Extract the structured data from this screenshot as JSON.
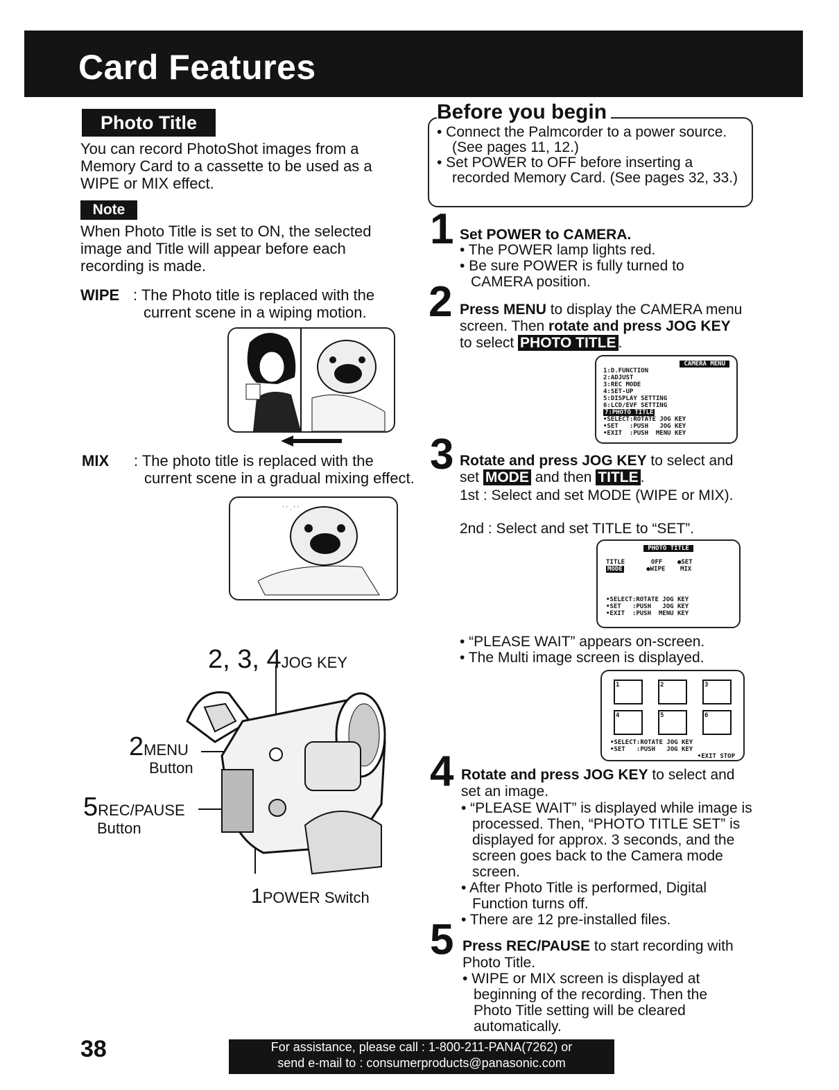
{
  "header": {
    "title": "Card Features"
  },
  "left": {
    "section_label": "Photo Title",
    "intro": "You can record PhotoShot images from a Memory Card to a cassette to be used as a WIPE or MIX effect.",
    "note_label": "Note",
    "note_text": "When Photo Title is set to ON, the selected image and Title will appear before each recording is made.",
    "wipe_term": "WIPE",
    "wipe_text": ": The Photo title is replaced with the current scene in a wiping motion.",
    "mix_term": "MIX",
    "mix_text": ": The photo title is replaced with the current scene in a gradual mixing effect.",
    "camera_callouts": {
      "jog_nums": "2, 3, 4",
      "jog_label": "JOG KEY",
      "menu_num": "2",
      "menu_label": "MENU",
      "menu_sub": "Button",
      "rec_num": "5",
      "rec_label": "REC/PAUSE",
      "rec_sub": "Button",
      "power_num": "1",
      "power_label": "POWER Switch"
    }
  },
  "before": {
    "title": "Before you begin",
    "items": [
      "• Connect the Palmcorder to a power source. (See pages 11, 12.)",
      "• Set POWER to OFF before inserting a recorded Memory Card. (See pages 32, 33.)"
    ]
  },
  "steps": {
    "s1": {
      "num": "1",
      "head": "Set POWER to CAMERA.",
      "bullets": [
        "• The POWER lamp lights red.",
        "• Be sure POWER is fully turned to CAMERA position."
      ]
    },
    "s2": {
      "num": "2",
      "bold1": "Press MENU",
      "text1": " to display the CAMERA menu screen. Then ",
      "bold2": "rotate and press JOG KEY",
      "text2": " to select ",
      "tag": "PHOTO TITLE",
      "end": "."
    },
    "s3": {
      "num": "3",
      "bold1": "Rotate and press JOG KEY",
      "text1": " to select and set ",
      "tag1": "MODE",
      "text2": " and then ",
      "tag2": "TITLE",
      "end": ".",
      "sub1": "1st : Select and set MODE (WIPE or MIX).",
      "sub2": "2nd : Select and set TITLE to “SET”.",
      "bullets": [
        "• “PLEASE WAIT” appears on-screen.",
        "• The Multi image screen is displayed."
      ]
    },
    "s4": {
      "num": "4",
      "bold1": "Rotate and press JOG KEY",
      "text1": " to select and set an image.",
      "bullets": [
        "• “PLEASE WAIT” is displayed while image is processed. Then, “PHOTO TITLE SET” is displayed for approx. 3 seconds, and the screen goes back to the Camera mode screen.",
        "• After Photo Title is performed, Digital Function turns off.",
        "• There are 12 pre-installed files."
      ]
    },
    "s5": {
      "num": "5",
      "bold1": "Press REC/PAUSE",
      "text1": " to start recording with Photo Title.",
      "bullets": [
        "• WIPE or MIX screen is displayed at beginning of the recording. Then the Photo Title setting will be cleared automatically."
      ]
    }
  },
  "screens": {
    "camera_menu": {
      "header": "CAMERA MENU",
      "items": [
        "1:D.FUNCTION",
        "2:ADJUST",
        "3:REC MODE",
        "4:SET-UP",
        "5:DISPLAY SETTING",
        "6:LCD/EVF SETTING"
      ],
      "selected": "7:PHOTO TITLE",
      "footer": [
        "•SELECT:ROTATE JOG KEY",
        "•SET   :PUSH   JOG KEY",
        "•EXIT  :PUSH  MENU KEY"
      ]
    },
    "photo_title": {
      "header": "PHOTO TITLE",
      "row1": "TITLE       OFF    ●SET",
      "row2_tag": "MODE",
      "row2": "      ●WIPE    MIX",
      "footer": [
        "•SELECT:ROTATE JOG KEY",
        "•SET   :PUSH   JOG KEY",
        "•EXIT  :PUSH  MENU KEY"
      ]
    },
    "multi": {
      "thumbs": [
        "1",
        "2",
        "3",
        "4",
        "5",
        "6"
      ],
      "footer": [
        "•SELECT:ROTATE JOG KEY",
        "•SET   :PUSH   JOG KEY",
        "•EXIT STOP"
      ]
    }
  },
  "footer": {
    "page_number": "38",
    "assist_line1": "For assistance, please call : 1-800-211-PANA(7262) or",
    "assist_line2": "send e-mail to : consumerproducts@panasonic.com"
  }
}
